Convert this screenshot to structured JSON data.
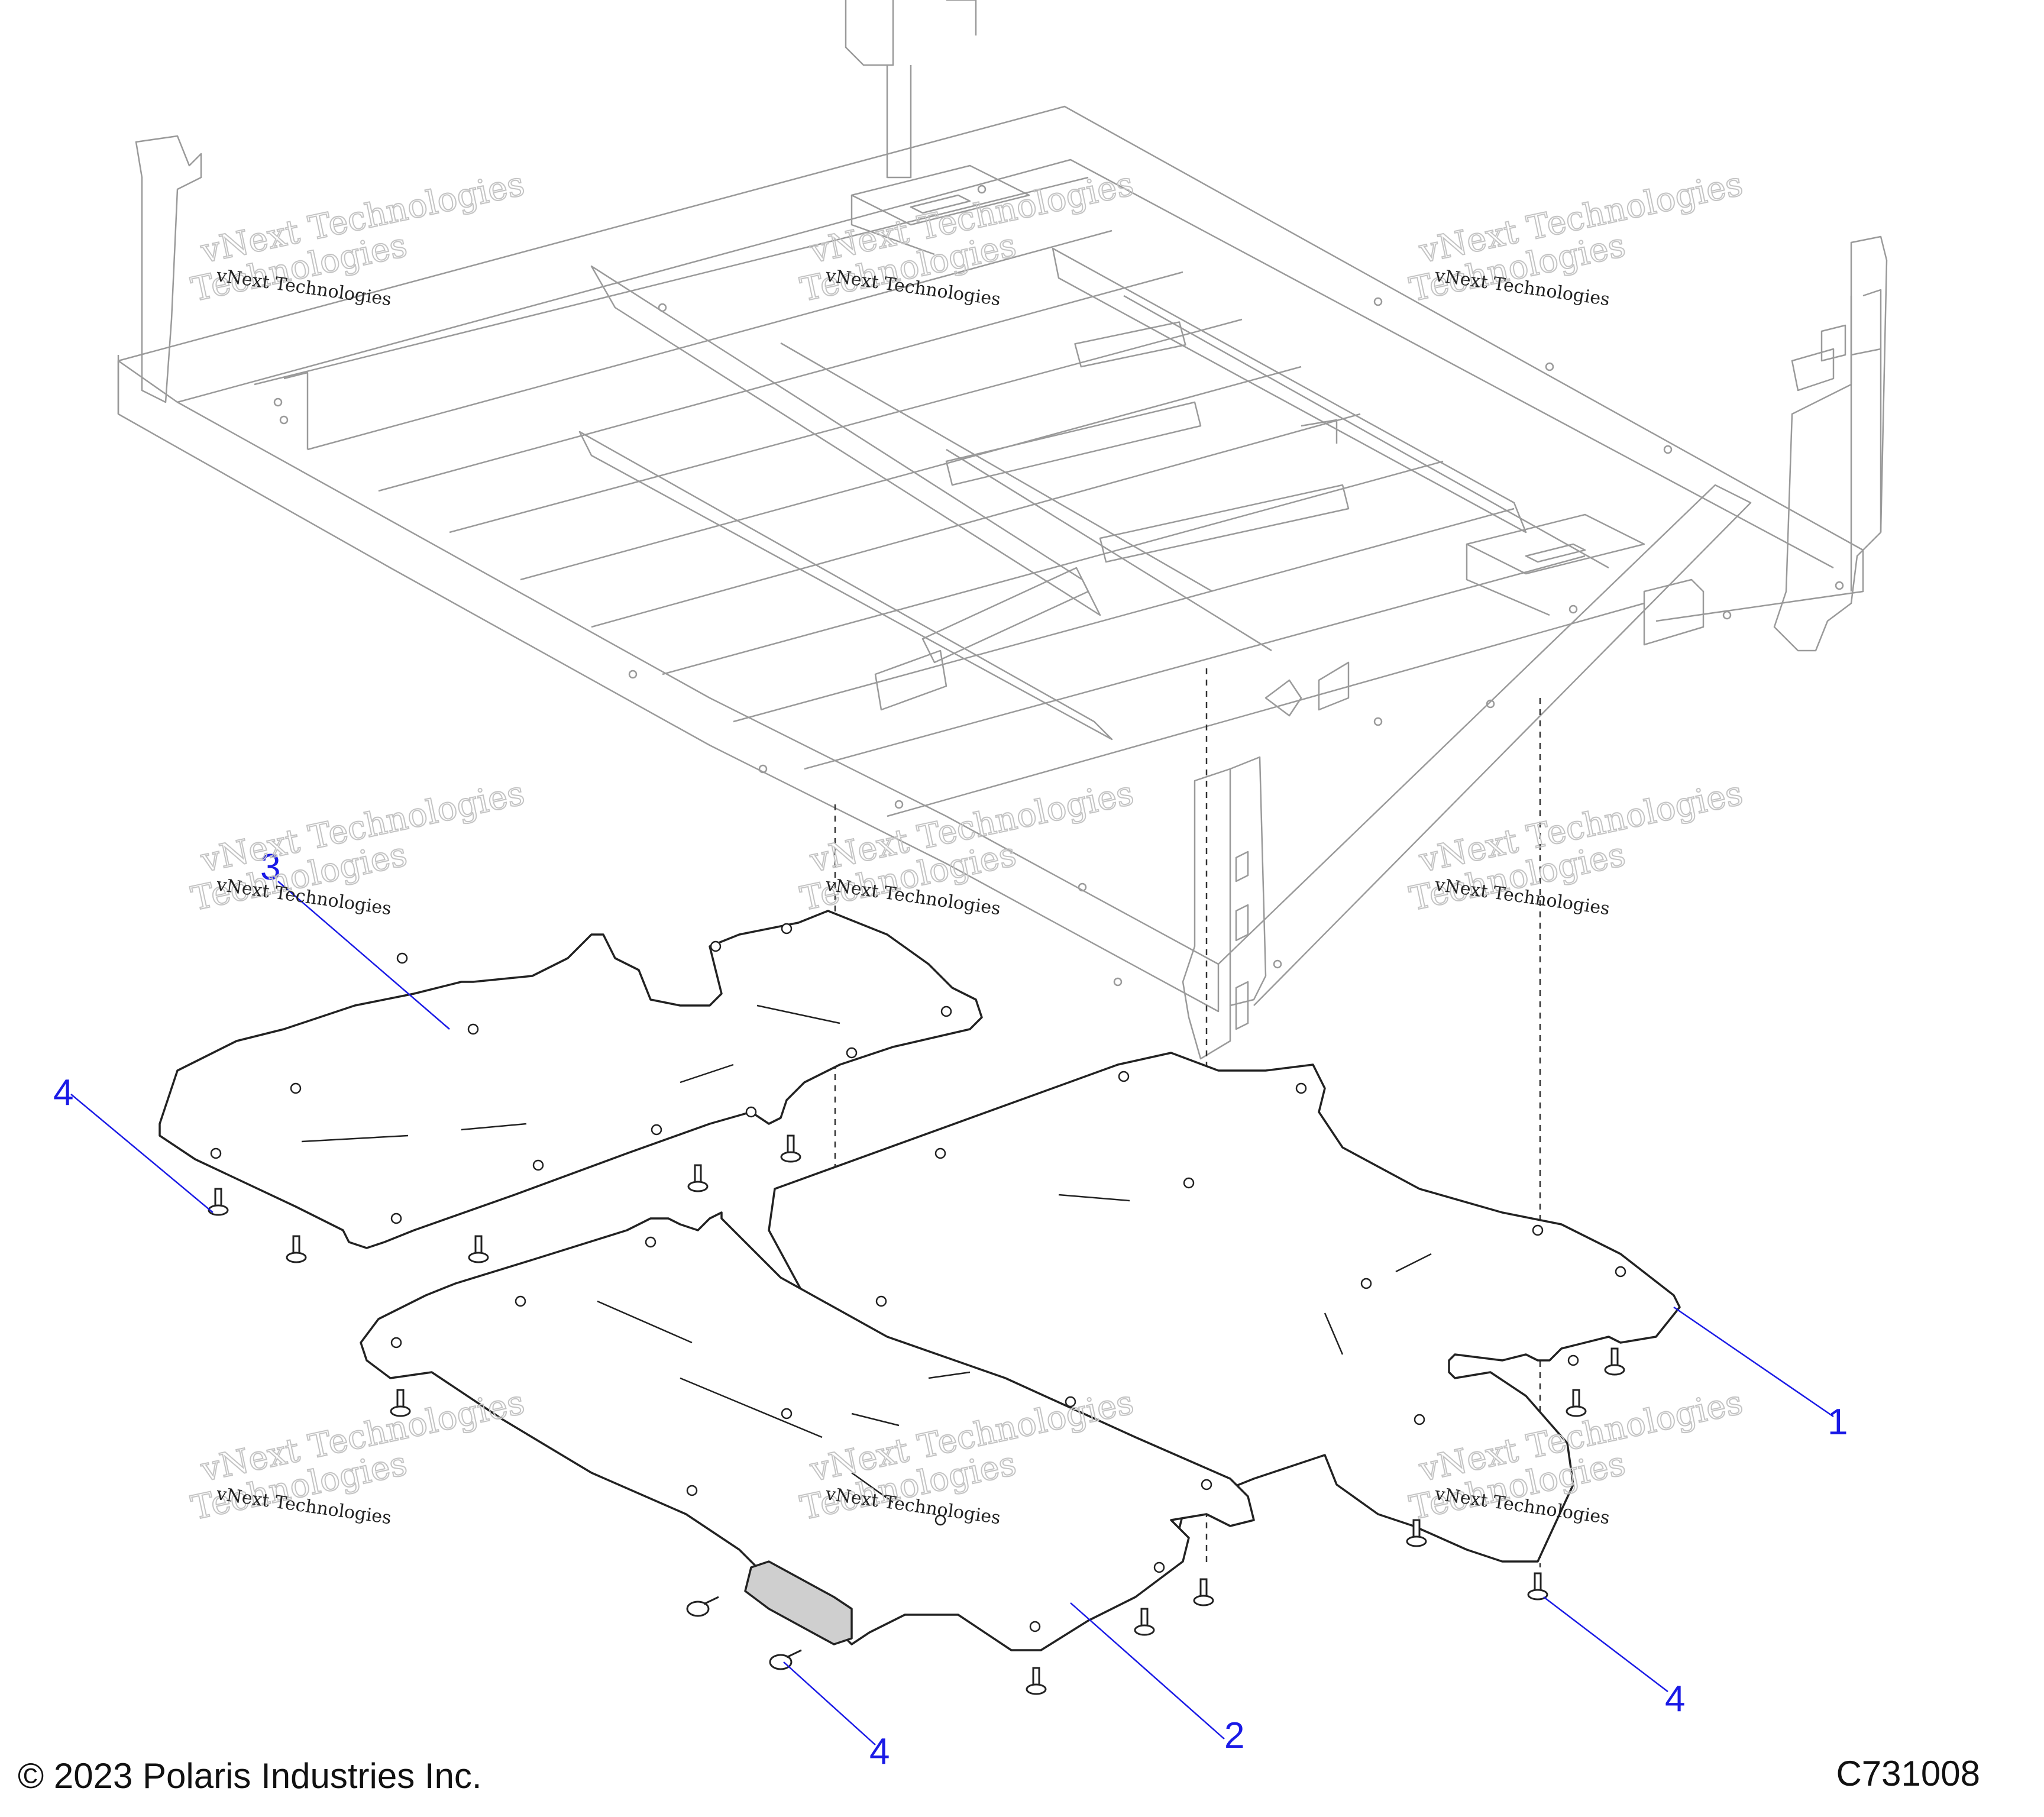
{
  "diagram": {
    "callouts": [
      {
        "id": "callout-1",
        "text": "1"
      },
      {
        "id": "callout-2",
        "text": "2"
      },
      {
        "id": "callout-3",
        "text": "3"
      },
      {
        "id": "callout-4a",
        "text": "4"
      },
      {
        "id": "callout-4b",
        "text": "4"
      },
      {
        "id": "callout-4c",
        "text": "4"
      }
    ],
    "watermark": {
      "line1": "vNext Technologies",
      "line2": "vNext Technologies",
      "line3": "Technologies"
    }
  },
  "footer": {
    "copyright": "© 2023 Polaris Industries Inc.",
    "diagram_code": "C731008"
  },
  "colors": {
    "callout": "#1a1ae6",
    "line": "#333333",
    "frame": "#9a9a9a"
  }
}
